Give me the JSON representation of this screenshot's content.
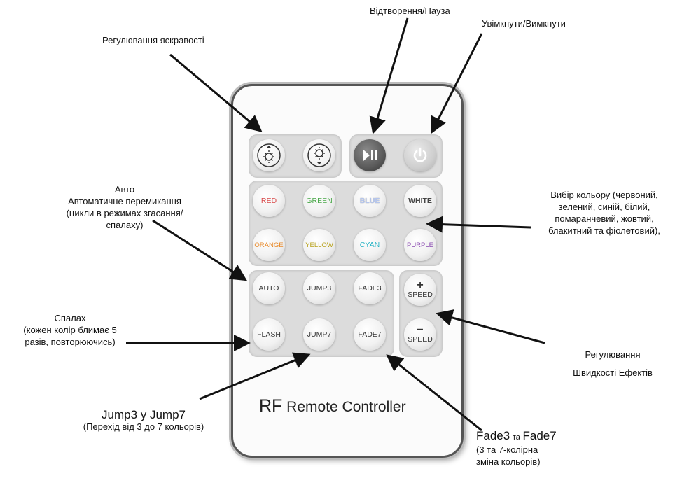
{
  "labels": {
    "play_pause": "Відтворення/Пауза",
    "power": "Увімкнути/Вимкнути",
    "brightness": "Регулювання яскравості",
    "auto": {
      "line1": "Авто",
      "line2": "Автоматичне перемикання",
      "line3": "(цикли в режимах згасання/",
      "line4": "спалаху)"
    },
    "color_select": {
      "line1": "Вибір кольору (червоний,",
      "line2": "зелений, синій, білий,",
      "line3": "помаранчевий, жовтий,",
      "line4": "блакитний та фіолетовий),"
    },
    "flash": {
      "line1": "Спалах",
      "line2": "(кожен колір блимає 5",
      "line3": "разів, повторюючись)"
    },
    "speed": {
      "line1": "Регулювання",
      "line2": "Швидкості Ефектів"
    },
    "jump": {
      "line1": "Jump3 у Jump7",
      "line2": "(Перехід від 3 до 7 кольорів)"
    },
    "fade": {
      "line1_a": "Fade3",
      "line1_b": "та",
      "line1_c": "Fade7",
      "line2": "(3 та 7-колірна",
      "line3": "зміна кольорів)"
    }
  },
  "remote": {
    "title_rf": "RF",
    "title_rest": "Remote Controller",
    "color_buttons": [
      "RED",
      "GREEN",
      "BLUE",
      "WHITE",
      "ORANGE",
      "YELLOW",
      "CYAN",
      "PURPLE"
    ],
    "mode_buttons": [
      "AUTO",
      "JUMP3",
      "FADE3",
      "FLASH",
      "JUMP7",
      "FADE7"
    ],
    "speed_up": {
      "sign": "+",
      "label": "SPEED"
    },
    "speed_down": {
      "sign": "−",
      "label": "SPEED"
    }
  },
  "colors": {
    "red": "#d8494a",
    "green": "#4aa84a",
    "blue": "#8ea8e0",
    "white": "#ffffff",
    "orange": "#e88a2a",
    "yellow": "#d6c22a",
    "cyan": "#27b3c4",
    "purple": "#8a4bb0",
    "play_button": "#555555",
    "power_button": "#c8c8c8"
  }
}
